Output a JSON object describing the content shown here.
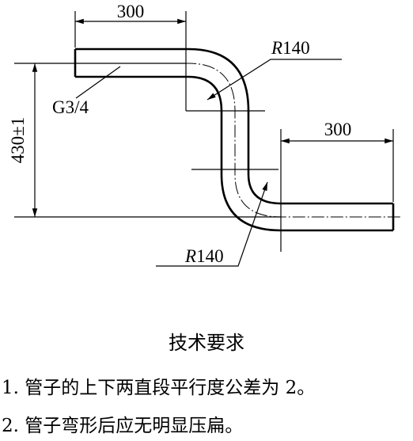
{
  "drawing": {
    "dimensions": {
      "top_length": "300",
      "right_length": "300",
      "height": "430±1",
      "thread": "G3/4"
    },
    "bend_radius_top": {
      "italic": "R",
      "value": "140"
    },
    "bend_radius_bottom": {
      "italic": "R",
      "value": "140"
    }
  },
  "requirements": {
    "title": "技术要求",
    "items": [
      "1. 管子的上下两直段平行度公差为 2。",
      "2. 管子弯形后应无明显压扁。"
    ]
  }
}
